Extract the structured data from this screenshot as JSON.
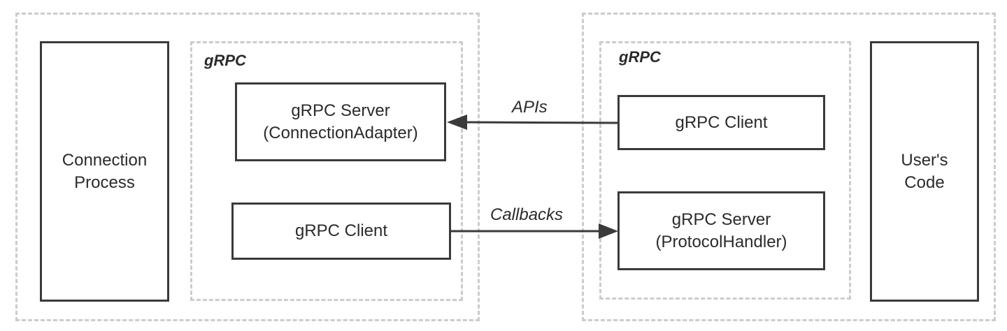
{
  "left_panel": {
    "connection_process": "Connection\nProcess",
    "grpc_group": {
      "label": "gRPC",
      "server_box": "gRPC Server\n(ConnectionAdapter)",
      "client_box": "gRPC Client"
    }
  },
  "right_panel": {
    "grpc_group": {
      "label": "gRPC",
      "client_box": "gRPC Client",
      "server_box": "gRPC Server\n(ProtocolHandler)"
    },
    "users_code": "User's\nCode"
  },
  "arrows": {
    "apis_label": "APIs",
    "callbacks_label": "Callbacks"
  },
  "colors": {
    "box_border": "#3a3a3a",
    "dashed_border": "#cccccc",
    "arrow": "#3a3a3a"
  }
}
